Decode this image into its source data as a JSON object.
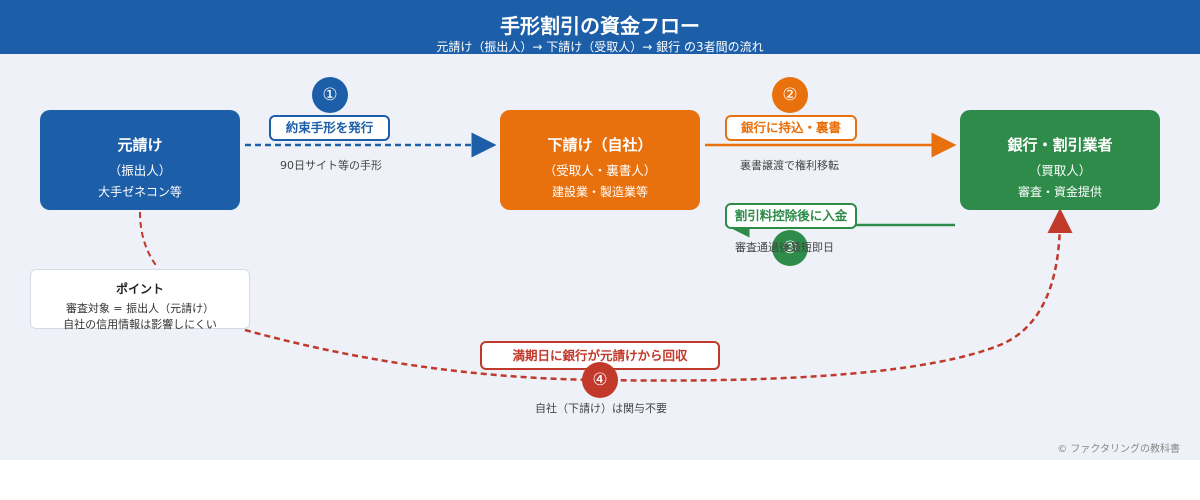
{
  "header": {
    "title": "手形割引の資金フロー",
    "subtitle": "元請け（振出人）→ 下請け（受取人）→ 銀行 の3者間の流れ"
  },
  "nodes": {
    "motouke": {
      "name": "元請け",
      "role": "（振出人）",
      "desc": "大手ゼネコン等"
    },
    "shitauke": {
      "name": "下請け（自社）",
      "role": "（受取人・裏書人）",
      "desc": "建設業・製造業等"
    },
    "bank": {
      "name": "銀行・割引業者",
      "role": "（買取人）",
      "desc": "審査・資金提供"
    }
  },
  "steps": {
    "s1": {
      "num": "①",
      "label": "約束手形を発行",
      "note": "90日サイト等の手形"
    },
    "s2": {
      "num": "②",
      "label": "銀行に持込・裏書",
      "note": "裏書譲渡で権利移転"
    },
    "s3": {
      "num": "③",
      "label": "割引料控除後に入金",
      "note": "審査通過後最短即日"
    },
    "s4": {
      "num": "④",
      "label": "満期日に銀行が元請けから回収",
      "note": "自社（下請け）は関与不要"
    }
  },
  "point": {
    "heading": "ポイント",
    "line1": "審査対象 = 振出人（元請け）",
    "line2": "自社の信用情報は影響しにくい"
  },
  "footer": "© ファクタリングの教科書",
  "colors": {
    "blue": "#1d5ea8",
    "orange": "#e8710d",
    "green": "#2e8b4a",
    "red": "#c0392b"
  }
}
